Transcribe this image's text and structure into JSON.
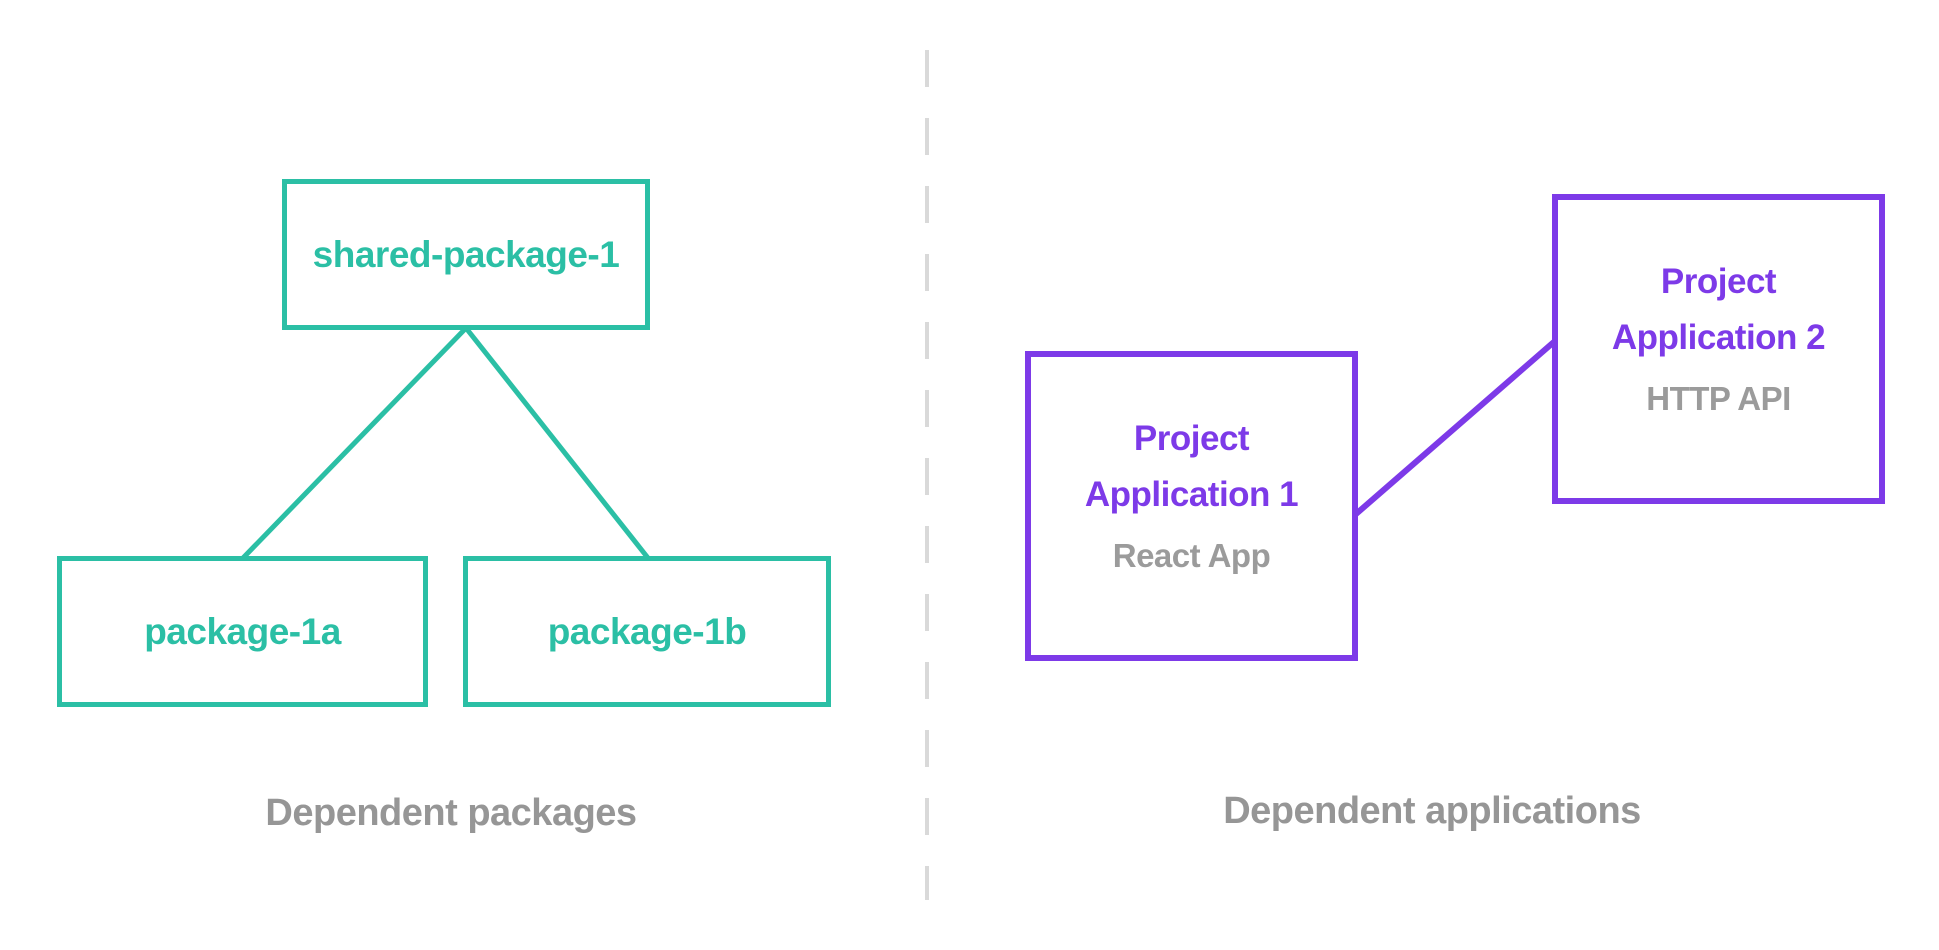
{
  "colors": {
    "teal": "#2bbfa5",
    "purple": "#7d3ae8",
    "caption_gray": "#969696",
    "subtitle_gray": "#9b9b9b",
    "divider_gray": "#d9d9d9"
  },
  "left_panel": {
    "caption": "Dependent packages",
    "nodes": {
      "shared": {
        "label": "shared-package-1"
      },
      "pkg1a": {
        "label": "package-1a"
      },
      "pkg1b": {
        "label": "package-1b"
      }
    }
  },
  "right_panel": {
    "caption": "Dependent applications",
    "nodes": {
      "app1": {
        "title": [
          "Project",
          "Application 1"
        ],
        "subtitle": "React App"
      },
      "app2": {
        "title": [
          "Project",
          "Application 2"
        ],
        "subtitle": "HTTP API"
      }
    }
  }
}
